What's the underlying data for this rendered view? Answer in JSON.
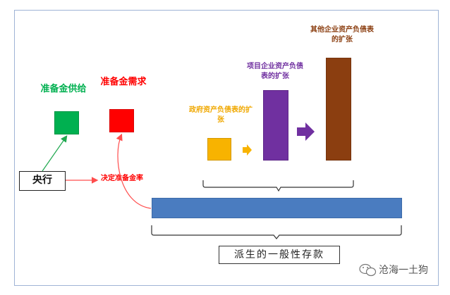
{
  "diagram": {
    "reserve_supply_label": "准备金供给",
    "reserve_demand_label": "准备金需求",
    "central_bank_label": "央行",
    "decide_reserve_rate_label": "决定准备金率",
    "gov_asset_label": "政府资产负债表的扩张",
    "project_asset_label": "项目企业资产负债表的扩张",
    "other_asset_label": "其他企业资产负债表的扩张",
    "derivative_deposit_label": "派生的一般性存款",
    "watermark_text": "沧海一土狗",
    "watermark_icon": "wechat-icon"
  },
  "colors": {
    "reserve_supply": "#00b050",
    "reserve_demand": "#ff0000",
    "gov_orange": "#f8b300",
    "project_purple": "#7030a0",
    "other_brown": "#8b3e10",
    "blue_bar": "#4a7cc0"
  }
}
